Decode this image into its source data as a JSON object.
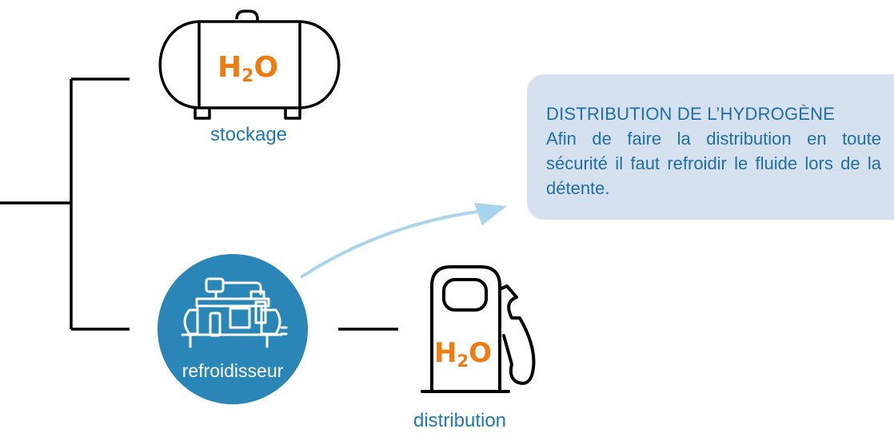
{
  "nodes": {
    "stockage": {
      "formula_main": "H",
      "formula_sub": "2",
      "formula_end": "O",
      "label": "stockage"
    },
    "refroidisseur": {
      "label": "refroidisseur"
    },
    "distribution": {
      "formula_main": "H",
      "formula_sub": "2",
      "formula_end": "O",
      "label": "distribution"
    }
  },
  "info": {
    "title": "DISTRIBUTION DE L’HYDROGÈNE",
    "body": "Afin de faire la distribution en toute sécurité il faut refroidir le fluide lors de la détente."
  },
  "colors": {
    "line": "#000000",
    "formula": "#ee7d11",
    "circle": "#2b86b8",
    "caption": "#1f78b4",
    "info_bg": "#d5e1ee",
    "arrow": "#a9d4ee"
  },
  "icons": [
    "tank-icon",
    "compressor-icon",
    "fuel-pump-icon",
    "arrow-icon"
  ]
}
